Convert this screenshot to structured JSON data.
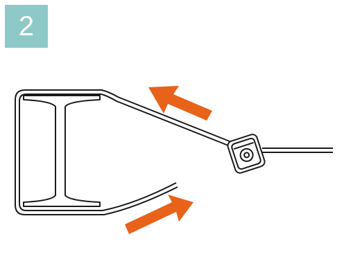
{
  "step": {
    "number": "2"
  },
  "colors": {
    "badge_background": "#8ec9c7",
    "badge_text": "#ffffff",
    "line": "#1a1a1a",
    "arrow": "#e8621a"
  },
  "illustration": {
    "parts": [
      "bracket-frame",
      "cord",
      "cord-lock-clip"
    ],
    "arrows": [
      {
        "name": "pull-arrow-upper",
        "direction": "up-left"
      },
      {
        "name": "push-arrow-lower",
        "direction": "up-right"
      }
    ]
  }
}
